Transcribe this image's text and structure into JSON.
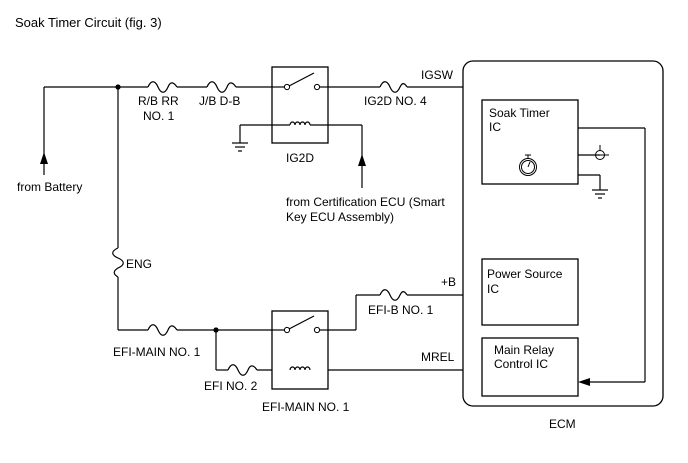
{
  "title": "Soak Timer Circuit (fig. 3)",
  "labels": {
    "fuse_rb_rr": "R/B RR",
    "fuse_rb_rr_no": "NO. 1",
    "fuse_jb_db": "J/B D-B",
    "fuse_ig2d_no4": "IG2D NO. 4",
    "igsw": "IGSW",
    "relay_ig2d": "IG2D",
    "from_battery": "from Battery",
    "from_cert_ecu_line1": "from Certification ECU (Smart",
    "from_cert_ecu_line2": "Key ECU Assembly)",
    "fusible_eng": "ENG",
    "fuse_efi_main_no1": "EFI-MAIN NO. 1",
    "fuse_efi_no2": "EFI NO. 2",
    "relay_efi_main_no1": "EFI-MAIN NO. 1",
    "fuse_efi_b_no1": "EFI-B NO. 1",
    "plus_b": "+B",
    "mrel": "MREL",
    "ecm": "ECM",
    "soak_timer_ic_line1": "Soak Timer",
    "soak_timer_ic_line2": "IC",
    "power_source_ic_line1": "Power Source",
    "power_source_ic_line2": "IC",
    "main_relay_ic_line1": "Main Relay",
    "main_relay_ic_line2": "Control IC"
  },
  "icons": {
    "timer": "stopwatch-icon",
    "ground": "ground-symbol-icon",
    "relay_coil": "relay-coil-icon",
    "switch": "relay-switch-icon",
    "fuse": "fuse-icon"
  }
}
